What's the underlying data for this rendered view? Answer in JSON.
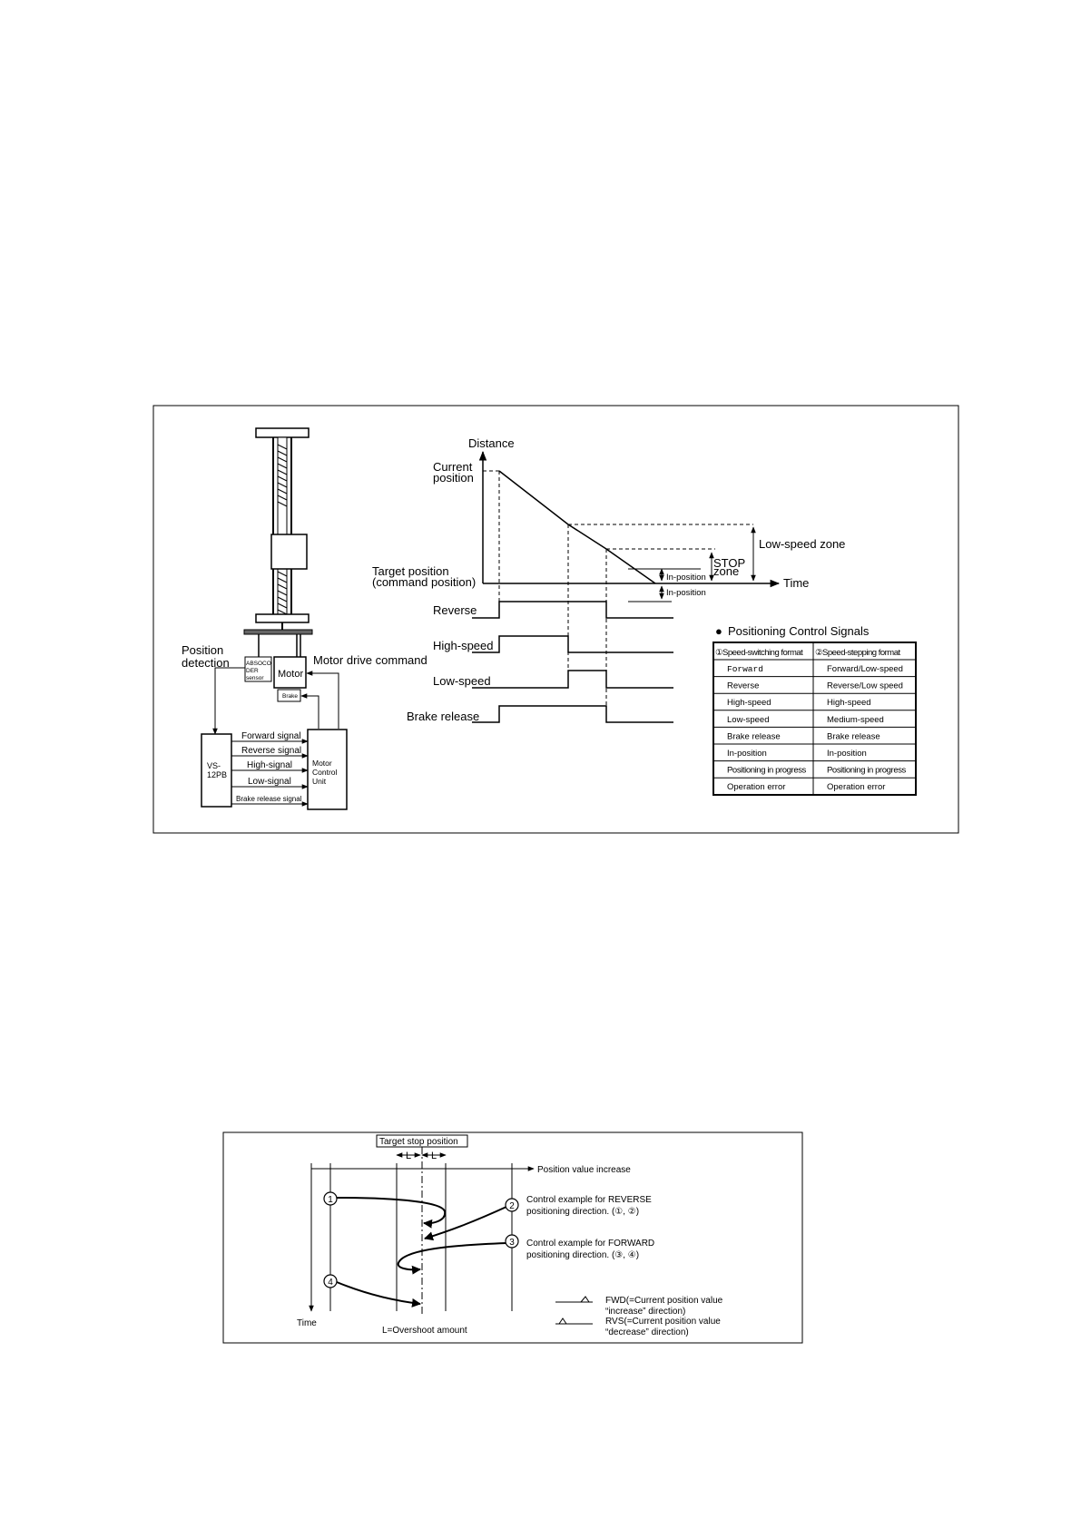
{
  "fig1": {
    "mechanism": {
      "position_detection": [
        "Position",
        "detection"
      ],
      "sensor": [
        "ABSOCO",
        "DER",
        "sensor"
      ],
      "motor": "Motor",
      "brake": "Brake",
      "motor_drive_command": "Motor drive command",
      "vs_unit": [
        "VS-",
        "12PB"
      ],
      "motor_control_unit": [
        "Motor",
        "Control",
        "Unit"
      ],
      "signals": [
        "Forward signal",
        "Reverse signal",
        "High-signal",
        "Low-signal",
        "Brake release signal"
      ]
    },
    "graph": {
      "distance": "Distance",
      "current_position": [
        "Current",
        "position"
      ],
      "target_position": [
        "Target position",
        "(command position)"
      ],
      "time": "Time",
      "low_speed_zone": "Low-speed zone",
      "stop_zone": [
        "STOP",
        "zone"
      ],
      "in_position_upper": "In-position",
      "in_position_lower": "In-position"
    },
    "timing_labels": [
      "Reverse",
      "High-speed",
      "Low-speed",
      "Brake release"
    ],
    "signals_table": {
      "title": "Positioning Control Signals",
      "bullet": "●",
      "headers": [
        "①Speed-switching format",
        "②Speed-stepping format"
      ],
      "rows": [
        [
          "Forward",
          "Forward/Low-speed"
        ],
        [
          "Reverse",
          "Reverse/Low speed"
        ],
        [
          "High-speed",
          "High-speed"
        ],
        [
          "Low-speed",
          "Medium-speed"
        ],
        [
          "Brake release",
          "Brake release"
        ],
        [
          "In-position",
          "In-position"
        ],
        [
          "Positioning in progress",
          "Positioning in progress"
        ],
        [
          "Operation error",
          "Operation error"
        ]
      ]
    }
  },
  "fig2": {
    "target_stop_position": "Target stop position",
    "L": "L",
    "position_value_increase": "Position value increase",
    "markers": [
      "1",
      "2",
      "3",
      "4"
    ],
    "reverse_example": [
      "Control example for REVERSE",
      "positioning direction. (①, ②)"
    ],
    "forward_example": [
      "Control example for FORWARD",
      "positioning direction. (③, ④)"
    ],
    "fwd_legend": [
      "FWD(=Current position value",
      "“increase”  direction)"
    ],
    "rvs_legend": [
      "RVS(=Current position value",
      "“decrease”  direction)"
    ],
    "time": "Time",
    "overshoot": "L=Overshoot amount"
  }
}
